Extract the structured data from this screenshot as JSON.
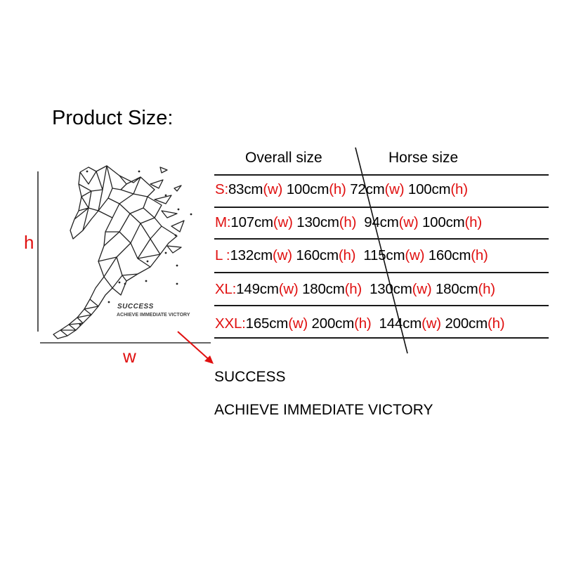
{
  "title": "Product Size:",
  "table": {
    "headers": [
      "Overall size",
      "Horse size"
    ],
    "rows": [
      {
        "size": "S:",
        "overall_w": "83cm",
        "overall_h": "100cm",
        "horse_w": "72cm",
        "horse_h": "100cm"
      },
      {
        "size": "M:",
        "overall_w": "107cm",
        "overall_h": "130cm",
        "horse_w": "94cm",
        "horse_h": "100cm"
      },
      {
        "size": "L :",
        "overall_w": "132cm",
        "overall_h": "160cm",
        "horse_w": "115cm",
        "horse_h": "160cm"
      },
      {
        "size": "XL:",
        "overall_w": "149cm",
        "overall_h": "180cm",
        "horse_w": "130cm",
        "horse_h": "180cm"
      },
      {
        "size": "XXL:",
        "overall_w": "165cm",
        "overall_h": "200cm",
        "horse_w": "144cm",
        "horse_h": "200cm"
      }
    ],
    "w_marker": "(w)",
    "h_marker": "(h)"
  },
  "diagram": {
    "height_label": "h",
    "width_label": "w",
    "product_text_1": "SUCCESS",
    "product_text_2": "ACHIEVE IMMEDIATE VICTORY"
  },
  "caption": {
    "line1": "SUCCESS",
    "line2": "ACHIEVE IMMEDIATE VICTORY"
  },
  "colors": {
    "accent_red": "#e01010",
    "text": "#000000",
    "background": "#ffffff"
  }
}
